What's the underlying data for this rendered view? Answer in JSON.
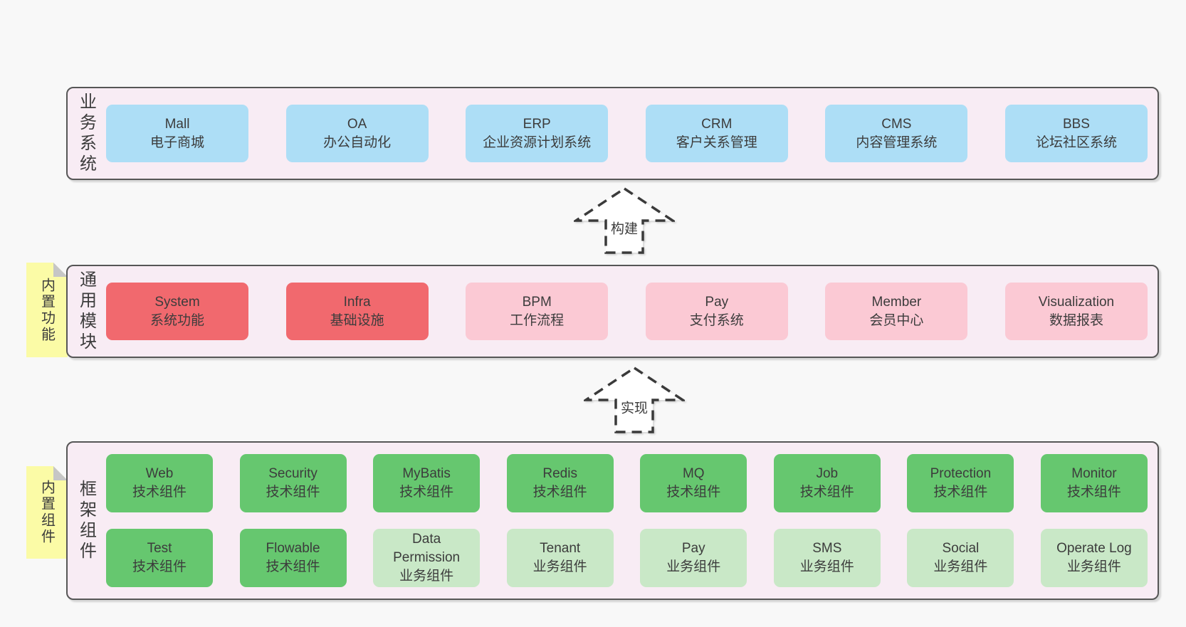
{
  "colors": {
    "page_bg": "#f8f8f8",
    "layer_bg": "#f8ecf4",
    "layer_border": "#565656",
    "blue": "#addef6",
    "red": "#f1696e",
    "pink": "#fbc9d4",
    "green": "#66c76f",
    "light_green": "#c9e8c7",
    "note_yellow": "#fbfba6",
    "note_fold_gray": "#c6c6c6",
    "text": "#3c3c3c"
  },
  "arrows": [
    {
      "label": "构建"
    },
    {
      "label": "实现"
    }
  ],
  "layers": [
    {
      "label": "业务系统",
      "boxes": [
        {
          "en": "Mall",
          "zh": "电子商城"
        },
        {
          "en": "OA",
          "zh": "办公自动化"
        },
        {
          "en": "ERP",
          "zh": "企业资源计划系统"
        },
        {
          "en": "CRM",
          "zh": "客户关系管理"
        },
        {
          "en": "CMS",
          "zh": "内容管理系统"
        },
        {
          "en": "BBS",
          "zh": "论坛社区系统"
        }
      ]
    },
    {
      "label": "通用模块",
      "note": "内置功能",
      "boxes": [
        {
          "en": "System",
          "zh": "系统功能"
        },
        {
          "en": "Infra",
          "zh": "基础设施"
        },
        {
          "en": "BPM",
          "zh": "工作流程"
        },
        {
          "en": "Pay",
          "zh": "支付系统"
        },
        {
          "en": "Member",
          "zh": "会员中心"
        },
        {
          "en": "Visualization",
          "zh": "数据报表"
        }
      ]
    },
    {
      "label": "框架组件",
      "note": "内置组件",
      "rows": [
        [
          {
            "en": "Web",
            "zh": "技术组件"
          },
          {
            "en": "Security",
            "zh": "技术组件"
          },
          {
            "en": "MyBatis",
            "zh": "技术组件"
          },
          {
            "en": "Redis",
            "zh": "技术组件"
          },
          {
            "en": "MQ",
            "zh": "技术组件"
          },
          {
            "en": "Job",
            "zh": "技术组件"
          },
          {
            "en": "Protection",
            "zh": "技术组件"
          },
          {
            "en": "Monitor",
            "zh": "技术组件"
          }
        ],
        [
          {
            "en": "Test",
            "zh": "技术组件"
          },
          {
            "en": "Flowable",
            "zh": "技术组件"
          },
          {
            "en": "Data Permission",
            "zh": "业务组件"
          },
          {
            "en": "Tenant",
            "zh": "业务组件"
          },
          {
            "en": "Pay",
            "zh": "业务组件"
          },
          {
            "en": "SMS",
            "zh": "业务组件"
          },
          {
            "en": "Social",
            "zh": "业务组件"
          },
          {
            "en": "Operate Log",
            "zh": "业务组件"
          }
        ]
      ]
    }
  ]
}
